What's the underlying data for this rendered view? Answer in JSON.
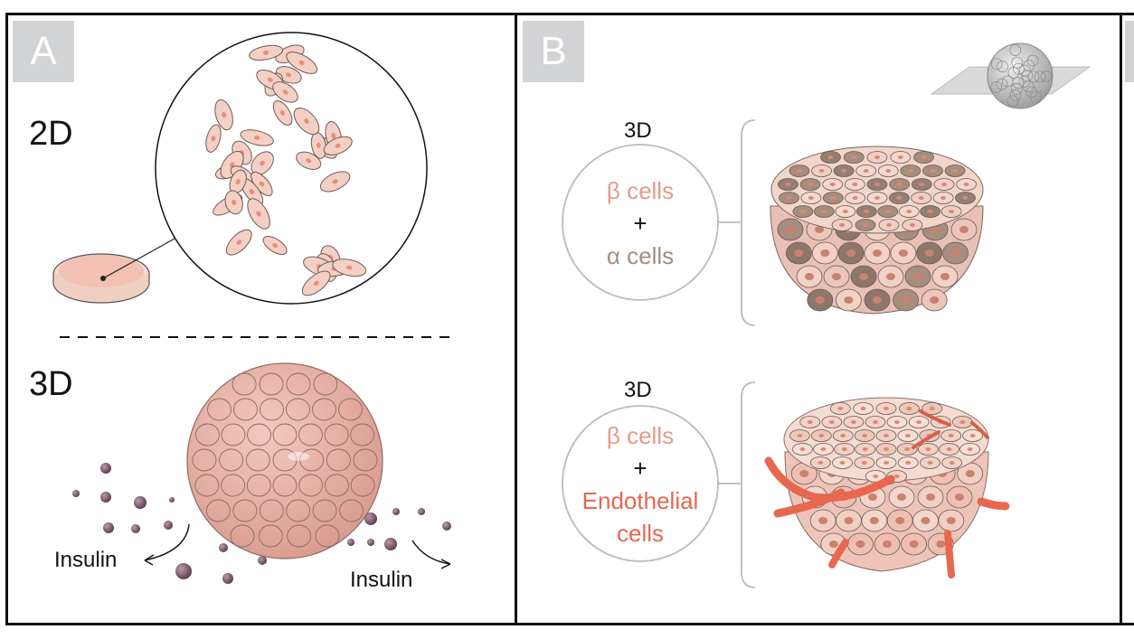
{
  "panels": {
    "a": {
      "letter": "A",
      "label_2d": "2D",
      "label_3d": "3D",
      "insulin_left": "Insulin",
      "insulin_right": "Insulin"
    },
    "b": {
      "letter": "B",
      "top": {
        "label": "3D",
        "line1": "β cells",
        "plus": "+",
        "line2": "α cells"
      },
      "bottom": {
        "label": "3D",
        "line1": "β cells",
        "plus": "+",
        "line2": "Endothelial",
        "line3": "cells"
      }
    }
  },
  "colors": {
    "beta": "#e49a88",
    "alpha": "#a58e7e",
    "endothelial": "#e8674f",
    "cell_fill": "#f2c6b8",
    "nucleus": "#e7907c",
    "sphere": "#e8b2a6",
    "badge": "#d2d3d5"
  }
}
